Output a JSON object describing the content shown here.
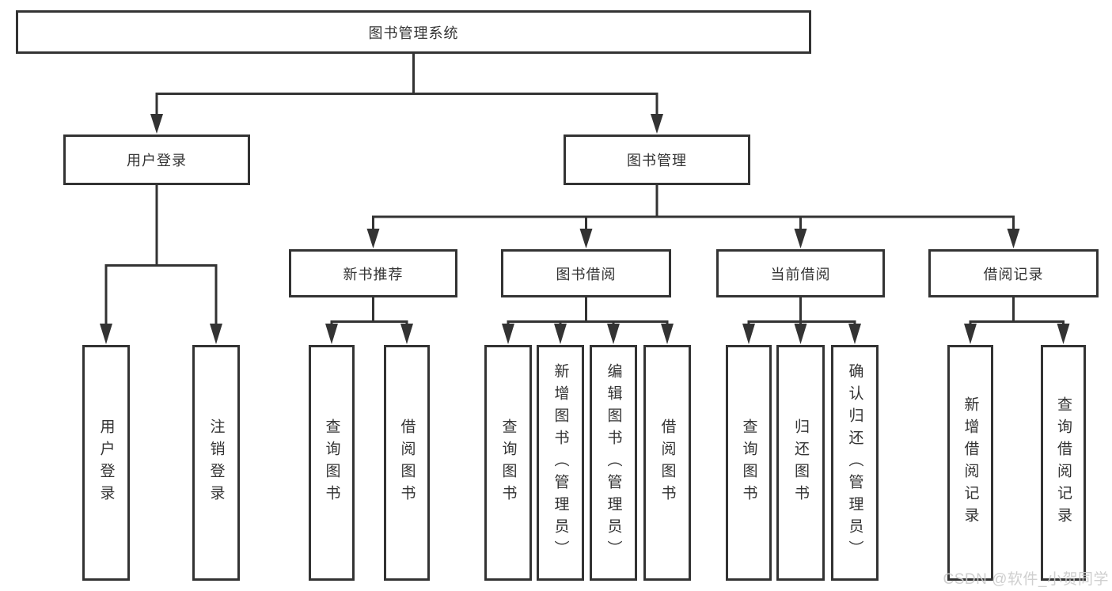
{
  "colors": {
    "line": "#333333",
    "border": "#333333",
    "text": "#333333",
    "background": "#ffffff",
    "watermark": "#cbcbcb"
  },
  "tree": {
    "root": "图书管理系统",
    "children": [
      {
        "label": "用户登录",
        "children": [
          {
            "label": "用户登录"
          },
          {
            "label": "注销登录"
          }
        ]
      },
      {
        "label": "图书管理",
        "children": [
          {
            "label": "新书推荐",
            "children": [
              {
                "label": "查询图书"
              },
              {
                "label": "借阅图书"
              }
            ]
          },
          {
            "label": "图书借阅",
            "children": [
              {
                "label": "查询图书"
              },
              {
                "label": "新增图书（管理员）"
              },
              {
                "label": "编辑图书（管理员）"
              },
              {
                "label": "借阅图书"
              }
            ]
          },
          {
            "label": "当前借阅",
            "children": [
              {
                "label": "查询图书"
              },
              {
                "label": "归还图书"
              },
              {
                "label": "确认归还（管理员）"
              }
            ]
          },
          {
            "label": "借阅记录",
            "children": [
              {
                "label": "新增借阅记录"
              },
              {
                "label": "查询借阅记录"
              }
            ]
          }
        ]
      }
    ]
  },
  "watermark": {
    "text": "CSDN @软件_小贺同学"
  }
}
